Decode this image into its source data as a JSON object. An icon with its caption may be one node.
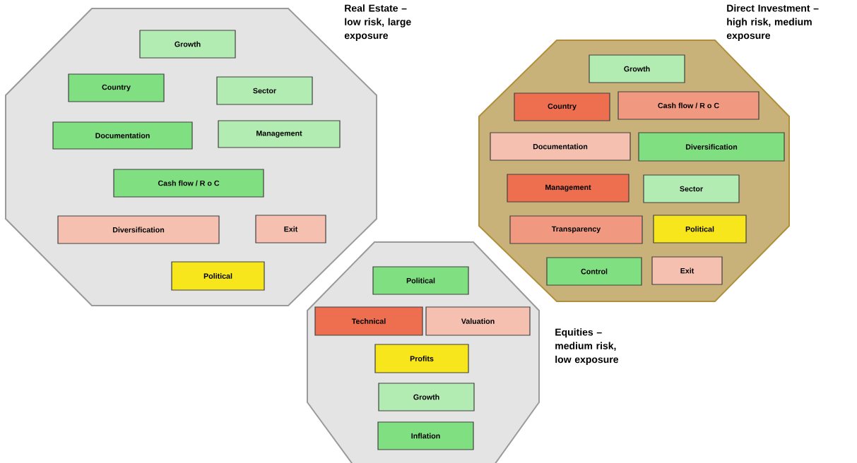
{
  "diagram": {
    "nodes": [
      {
        "text": [
          "Real Estate – low risk, large exposure"
        ]
      },
      {
        "text": [
          "Growth"
        ],
        "in": 0
      },
      {
        "text": [
          "Country"
        ],
        "in": 0
      },
      {
        "text": [
          "Sector"
        ],
        "in": 0
      },
      {
        "text": [
          "Documentation"
        ],
        "in": 0
      },
      {
        "text": [
          "Management"
        ],
        "in": 0
      },
      {
        "text": [
          "Cash flow / R o C"
        ],
        "in": 0
      },
      {
        "text": [
          "Diversification"
        ],
        "in": 0
      },
      {
        "text": [
          "Exit"
        ],
        "in": 0
      },
      {
        "text": [
          "Political"
        ],
        "in": 0
      },
      {
        "text": [
          "Direct Investment – high risk, medium exposure"
        ]
      },
      {
        "text": [
          "Growth"
        ],
        "in": 10
      },
      {
        "text": [
          "Country"
        ],
        "in": 10
      },
      {
        "text": [
          "Cash flow / R o C"
        ],
        "in": 10
      },
      {
        "text": [
          "Documentation"
        ],
        "in": 10
      },
      {
        "text": [
          "Diversification"
        ],
        "in": 10
      },
      {
        "text": [
          "Management"
        ],
        "in": 10
      },
      {
        "text": [
          "Sector"
        ],
        "in": 10
      },
      {
        "text": [
          "Transparency"
        ],
        "in": 10
      },
      {
        "text": [
          "Political"
        ],
        "in": 10
      },
      {
        "text": [
          "Control"
        ],
        "in": 10
      },
      {
        "text": [
          "Exit"
        ],
        "in": 10
      },
      {
        "text": [
          "Equities – medium risk, low exposure"
        ]
      },
      {
        "text": [
          "Political"
        ],
        "in": 22
      },
      {
        "text": [
          "Technical"
        ],
        "in": 22
      },
      {
        "text": [
          "Valuation"
        ],
        "in": 22
      },
      {
        "text": [
          "Profits"
        ],
        "in": 22
      },
      {
        "text": [
          "Growth"
        ],
        "in": 22
      },
      {
        "text": [
          "Inflation"
        ],
        "in": 22
      }
    ]
  }
}
